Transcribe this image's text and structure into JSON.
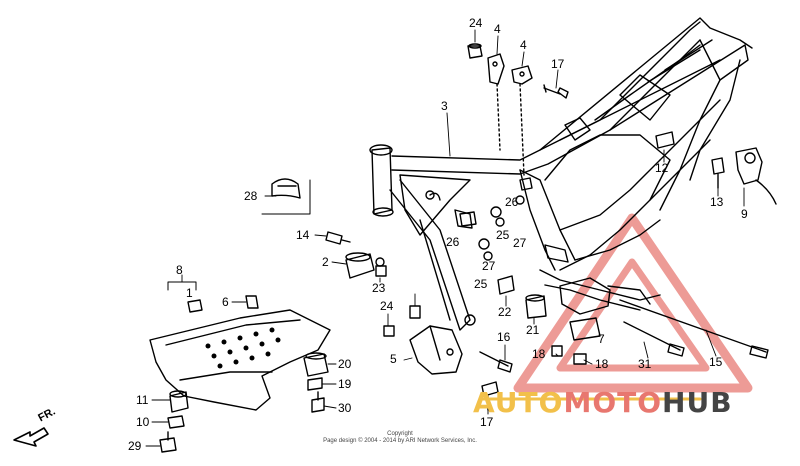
{
  "diagram": {
    "part_numbers": [
      "24",
      "4",
      "4",
      "17",
      "3",
      "28",
      "12",
      "13",
      "9",
      "26",
      "26",
      "25",
      "27",
      "27",
      "14",
      "2",
      "23",
      "8",
      "1",
      "6",
      "24",
      "25",
      "22",
      "21",
      "7",
      "16",
      "5",
      "18",
      "18",
      "31",
      "15",
      "20",
      "19",
      "30",
      "11",
      "10",
      "29",
      "17"
    ],
    "front_label": "FR.",
    "copyright_line1": "Copyright",
    "copyright_line2": "Page design © 2004 - 2014 by ARI Network Services, Inc.",
    "watermark_part1": "AUTO",
    "watermark_part2": "MOTO",
    "watermark_part3": "HUB",
    "colors": {
      "line": "#000000",
      "watermark_red": "#e8776f",
      "watermark_yellow": "#f2c04a",
      "watermark_dark": "#444444"
    }
  }
}
